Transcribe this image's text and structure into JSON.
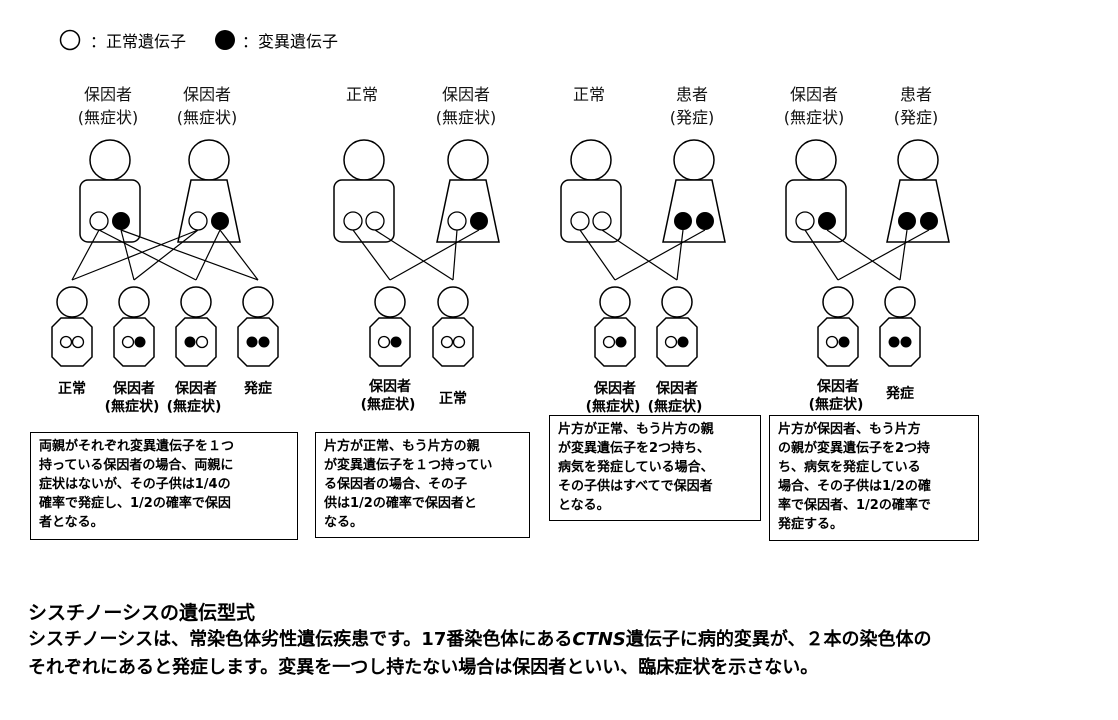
{
  "legend": {
    "normal": "：正常遺伝子",
    "mutant": "：変異遺伝子"
  },
  "cases": [
    {
      "parents": [
        {
          "line1": "保因者",
          "line2": "(無症状)",
          "body": "rect",
          "genes": [
            "normal",
            "mutant"
          ]
        },
        {
          "line1": "保因者",
          "line2": "(無症状)",
          "body": "trap",
          "genes": [
            "normal",
            "mutant"
          ]
        }
      ],
      "children": [
        {
          "genes": [
            "normal",
            "normal"
          ],
          "line1": "正常",
          "line2": ""
        },
        {
          "genes": [
            "normal",
            "mutant"
          ],
          "line1": "保因者",
          "line2": "(無症状)"
        },
        {
          "genes": [
            "mutant",
            "normal"
          ],
          "line1": "保因者",
          "line2": "(無症状)"
        },
        {
          "genes": [
            "mutant",
            "mutant"
          ],
          "line1": "発症",
          "line2": ""
        }
      ],
      "description": "両親がそれぞれ変異遺伝子を１つ\n持っている保因者の場合、両親に\n症状はないが、その子供は1/4の\n確率で発症し、1/2の確率で保因\n者となる。"
    },
    {
      "parents": [
        {
          "line1": "正常",
          "line2": "",
          "body": "rect",
          "genes": [
            "normal",
            "normal"
          ]
        },
        {
          "line1": "保因者",
          "line2": "(無症状)",
          "body": "trap",
          "genes": [
            "normal",
            "mutant"
          ]
        }
      ],
      "children": [
        {
          "genes": [
            "normal",
            "mutant"
          ],
          "line1": "保因者",
          "line2": "(無症状)"
        },
        {
          "genes": [
            "normal",
            "normal"
          ],
          "line1": "正常",
          "line2": ""
        }
      ],
      "description": "片方が正常、もう片方の親\nが変異遺伝子を１つ持ってい\nる保因者の場合、その子\n供は1/2の確率で保因者と\nなる。"
    },
    {
      "parents": [
        {
          "line1": "正常",
          "line2": "",
          "body": "rect",
          "genes": [
            "normal",
            "normal"
          ]
        },
        {
          "line1": "患者",
          "line2": "(発症)",
          "body": "trap",
          "genes": [
            "mutant",
            "mutant"
          ]
        }
      ],
      "children": [
        {
          "genes": [
            "normal",
            "mutant"
          ],
          "line1": "保因者",
          "line2": "(無症状)"
        },
        {
          "genes": [
            "normal",
            "mutant"
          ],
          "line1": "保因者",
          "line2": "(無症状)"
        }
      ],
      "description": "片方が正常、もう片方の親\nが変異遺伝子を2つ持ち、\n病気を発症している場合、\nその子供はすべてで保因者\nとなる。"
    },
    {
      "parents": [
        {
          "line1": "保因者",
          "line2": "(無症状)",
          "body": "rect",
          "genes": [
            "normal",
            "mutant"
          ]
        },
        {
          "line1": "患者",
          "line2": "(発症)",
          "body": "trap",
          "genes": [
            "mutant",
            "mutant"
          ]
        }
      ],
      "children": [
        {
          "genes": [
            "normal",
            "mutant"
          ],
          "line1": "保因者",
          "line2": "(無症状)"
        },
        {
          "genes": [
            "mutant",
            "mutant"
          ],
          "line1": "発症",
          "line2": ""
        }
      ],
      "description": "片方が保因者、もう片方\nの親が変異遺伝子を2つ持\nち、病気を発症している\n場合、その子供は1/2の確\n率で保因者、1/2の確率で\n発症する。"
    }
  ],
  "footer": {
    "title": "シスチノーシスの遺伝型式",
    "line1_before": "シスチノーシスは、常染色体劣性遺伝疾患です。17番染色体にある",
    "line1_gene": "CTNS",
    "line1_after": "遺伝子に病的変異が、２本の染色体の",
    "line2": "それぞれにあると発症します。変異を一つし持たない場合は保因者といい、臨床症状を示さない。"
  }
}
